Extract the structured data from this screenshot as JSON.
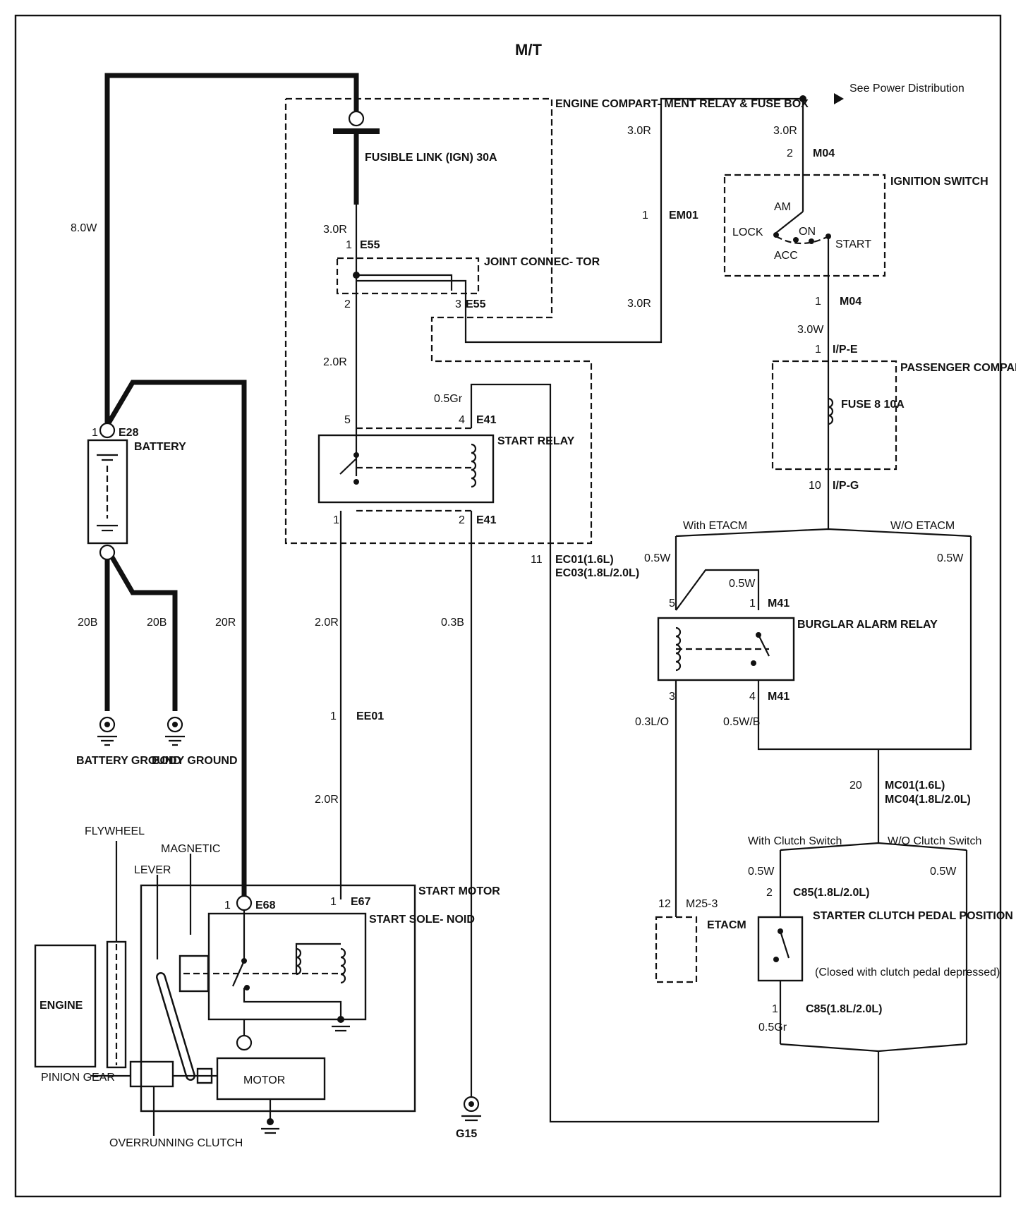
{
  "title": "M/T",
  "power": "See Power Distribution",
  "blocks": {
    "engine_box": "ENGINE COMPART- MENT RELAY & FUSE BOX",
    "fusible_link": "FUSIBLE LINK (IGN) 30A",
    "joint_connector": "JOINT CONNEC- TOR",
    "start_relay": "START RELAY",
    "battery": "BATTERY",
    "ignition_switch": "IGNITION SWITCH",
    "passenger_block": "PASSENGER COMPARTMENT JUNCTION BLOCK",
    "fuse8": "FUSE 8 10A",
    "burglar_relay": "BURGLAR ALARM RELAY",
    "etacm": "ETACM",
    "clutch_switch": "STARTER CLUTCH PEDAL POSITION SWITCH",
    "clutch_note": "(Closed with clutch pedal depressed)",
    "start_motor": "START MOTOR",
    "start_solenoid": "START SOLE- NOID",
    "motor": "MOTOR",
    "engine": "ENGINE"
  },
  "labels": {
    "battery_ground": "BATTERY GROUND",
    "body_ground": "BODY GROUND",
    "g15": "G15",
    "flywheel": "FLYWHEEL",
    "magnetic": "MAGNETIC",
    "lever": "LEVER",
    "pinion_gear": "PINION GEAR",
    "overrunning_clutch": "OVERRUNNING CLUTCH",
    "with_etacm": "With ETACM",
    "wo_etacm": "W/O ETACM",
    "with_clutch": "With Clutch Switch",
    "wo_clutch": "W/O Clutch Switch",
    "am": "AM",
    "lock": "LOCK",
    "on": "ON",
    "acc": "ACC",
    "start": "START"
  },
  "wires": {
    "w8_0w": "8.0W",
    "w3_0r_a": "3.0R",
    "w3_0r_b": "3.0R",
    "w3_0r_c": "3.0R",
    "w3_0r_d": "3.0R",
    "w2_0r_a": "2.0R",
    "w2_0r_b": "2.0R",
    "w2_0r_c": "2.0R",
    "w0_5gr": "0.5Gr",
    "w0_3b": "0.3B",
    "w20b_a": "20B",
    "w20b_b": "20B",
    "w20r": "20R",
    "w3_0w": "3.0W",
    "w0_5w_a": "0.5W",
    "w0_5w_b": "0.5W",
    "w0_5w_c": "0.5W",
    "w0_5w_d": "0.5W",
    "w0_5w_e": "0.5W",
    "w0_3lo": "0.3L/O",
    "w0_5wb": "0.5W/B",
    "w0_5gr_b": "0.5Gr"
  },
  "connectors": {
    "e55": "E55",
    "e55b": "E55",
    "e41a": "E41",
    "e41b": "E41",
    "e28": "E28",
    "em01": "EM01",
    "m04a": "M04",
    "m04b": "M04",
    "ipe": "I/P-E",
    "ipg": "I/P-G",
    "m41a": "M41",
    "m41b": "M41",
    "ec01": "EC01(1.6L)",
    "ec03": "EC03(1.8L/2.0L)",
    "mc01": "MC01(1.6L)",
    "mc04": "MC04(1.8L/2.0L)",
    "c85a": "C85(1.8L/2.0L)",
    "c85b": "C85(1.8L/2.0L)",
    "m25": "M25-3",
    "ee01": "EE01",
    "e68": "E68",
    "e67": "E67"
  },
  "pins": {
    "p1_e55": "1",
    "p2_e55": "2",
    "p3_e55": "3",
    "p5": "5",
    "p4": "4",
    "p1_e41": "1",
    "p2_e41": "2",
    "p1_e28": "1",
    "p1_em01": "1",
    "p2_m04": "2",
    "p1_m04": "1",
    "p1_ipe": "1",
    "p10": "10",
    "p11": "11",
    "p5_m41": "5",
    "p1_m41": "1",
    "p3_m41": "3",
    "p4_m41": "4",
    "p20": "20",
    "p2_c85": "2",
    "p1_c85": "1",
    "p12": "12",
    "p1_ee01": "1",
    "p1_e68": "1",
    "p1_e67": "1"
  }
}
